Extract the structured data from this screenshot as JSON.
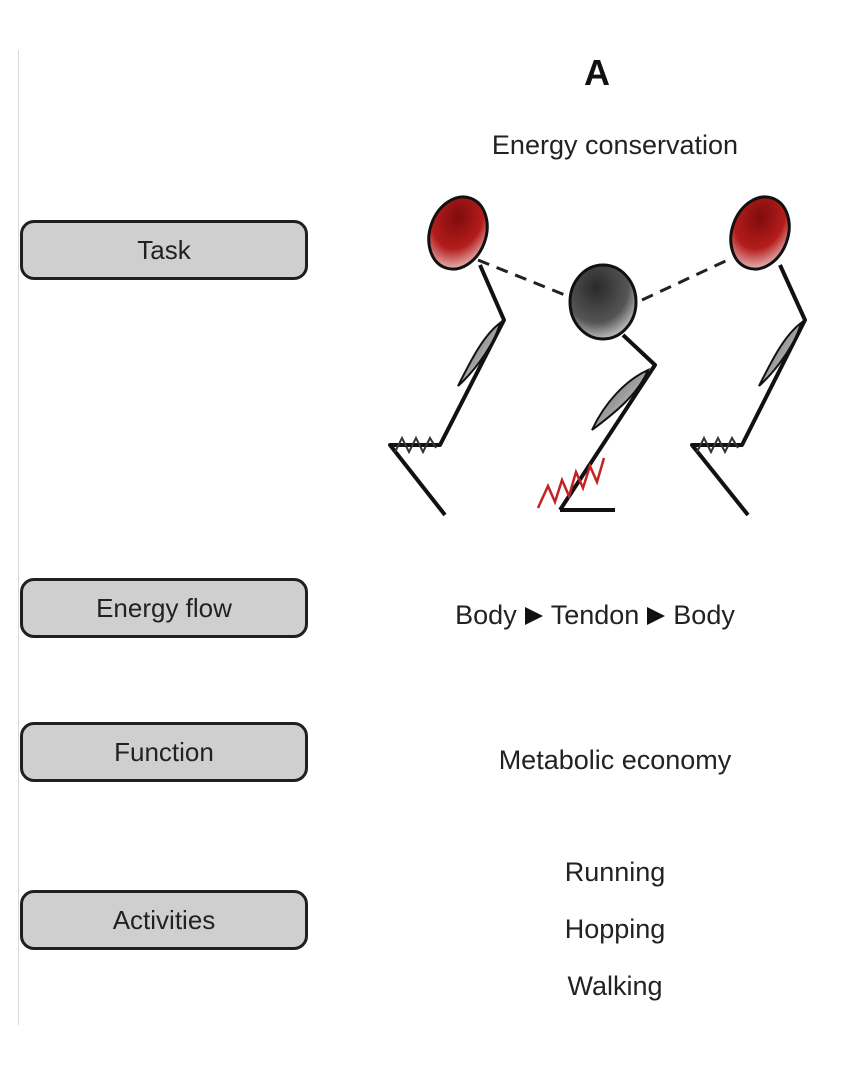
{
  "panel": {
    "letter": "A",
    "title": "Energy conservation"
  },
  "rows": {
    "task": {
      "label": "Task"
    },
    "energy_flow": {
      "label": "Energy flow",
      "steps": [
        "Body",
        "Tendon",
        "Body"
      ]
    },
    "function": {
      "label": "Function",
      "value": "Metabolic economy"
    },
    "activities": {
      "label": "Activities",
      "items": [
        "Running",
        "Hopping",
        "Walking"
      ]
    }
  },
  "colors": {
    "body_mass_peak": "#b51c1c",
    "body_mass_trough": "#555555",
    "tendon_loaded": "#c42222",
    "tendon_unloaded": "#333333",
    "label_box": "#cfcfcf"
  }
}
